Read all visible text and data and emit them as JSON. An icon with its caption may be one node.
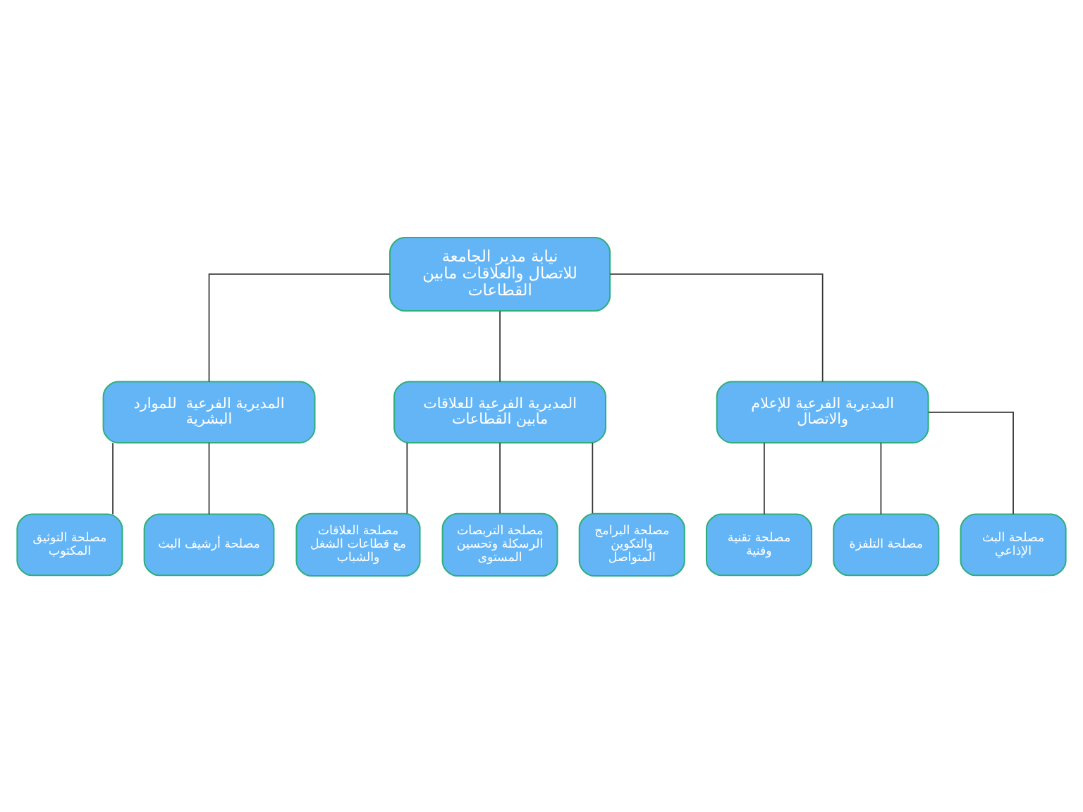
{
  "diagram": {
    "nodes": [
      {
        "text": [
          "نيابة مدير الجامعة للاتصال والعلاقات مابين القطاعات"
        ]
      },
      {
        "text": [
          "المديرية الفرعية للإعلام والاتصال"
        ]
      },
      {
        "text": [
          "المديرية الفرعية للعلاقات مابين القطاعات"
        ]
      },
      {
        "text": [
          "المديرية الفرعية  للموارد البشرية"
        ]
      },
      {
        "text": [
          "مصلحة البث الإذاعي"
        ]
      },
      {
        "text": [
          "مصلحة التلفزة"
        ]
      },
      {
        "text": [
          "مصلحة تقنية وفنية"
        ]
      },
      {
        "text": [
          "مصلحة البرامج والتكوين المتواصل"
        ]
      },
      {
        "text": [
          "مصلحة التربصات الرسكلة وتحسين المستوى"
        ]
      },
      {
        "text": [
          "مصلحة العلاقات مع قطاعات الشغل والشباب"
        ]
      },
      {
        "text": [
          "مصلحة أرشيف البث"
        ]
      },
      {
        "text": [
          "مصلحة التوثيق المكتوب"
        ]
      }
    ],
    "edges": [
      {
        "from": 0,
        "to": 1,
        "arrow": "none"
      },
      {
        "from": 0,
        "to": 2,
        "arrow": "none"
      },
      {
        "from": 0,
        "to": 3,
        "arrow": "none"
      },
      {
        "from": 1,
        "to": 4,
        "arrow": "none"
      },
      {
        "from": 1,
        "to": 5,
        "arrow": "none"
      },
      {
        "from": 1,
        "to": 6,
        "arrow": "none"
      },
      {
        "from": 2,
        "to": 7,
        "arrow": "none"
      },
      {
        "from": 2,
        "to": 8,
        "arrow": "none"
      },
      {
        "from": 2,
        "to": 9,
        "arrow": "none"
      },
      {
        "from": 3,
        "to": 10,
        "arrow": "none"
      },
      {
        "from": 3,
        "to": 11,
        "arrow": "none"
      }
    ]
  }
}
